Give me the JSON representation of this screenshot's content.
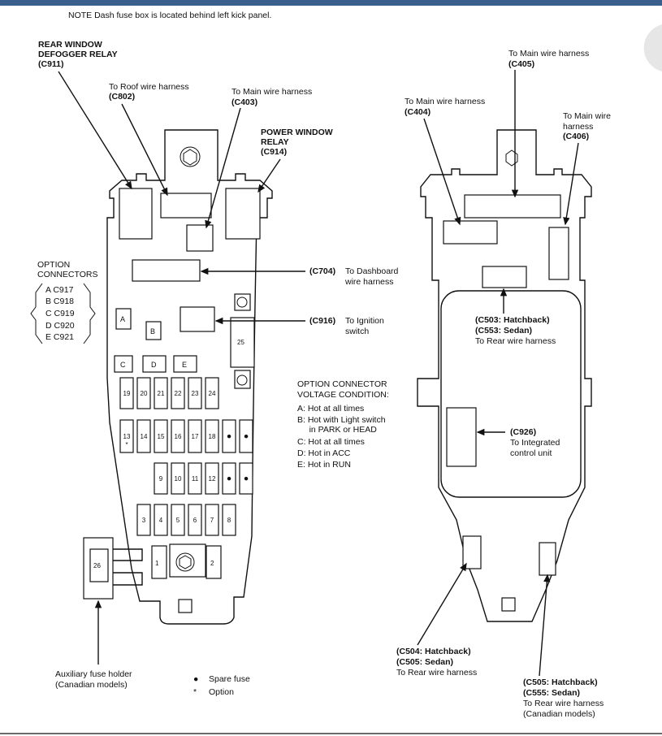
{
  "note": "NOTE  Dash fuse box is located behind left kick panel.",
  "left": {
    "rear_defogger": [
      "REAR WINDOW",
      "DEFOGGER RELAY",
      "(C911)"
    ],
    "roof_harness": [
      "To Roof wire harness",
      "(C802)"
    ],
    "main_harness_c403": [
      "To Main wire harness",
      "(C403)"
    ],
    "power_window": [
      "POWER WINDOW",
      "RELAY",
      "(C914)"
    ],
    "option_connectors_title": [
      "OPTION",
      "CONNECTORS"
    ],
    "option_connectors": [
      "A  C917",
      "B  C918",
      "C  C919",
      "D  C920",
      "E  C921"
    ],
    "c704": [
      "(C704)",
      "To Dashboard",
      "wire harness"
    ],
    "c916": [
      "(C916)",
      "To Ignition",
      "switch"
    ],
    "voltage_title": [
      "OPTION CONNECTOR",
      "VOLTAGE CONDITION:"
    ],
    "voltage_items": [
      "A:  Hot at all times",
      "B:  Hot with Light switch",
      "     in PARK or HEAD",
      "C:  Hot at all times",
      "D:  Hot in ACC",
      "E:  Hot in RUN"
    ],
    "aux_fuse": [
      "Auxiliary fuse holder",
      "(Canadian models)"
    ],
    "legend_spare": "Spare fuse",
    "legend_option": "Option",
    "legend_spare_symbol": "●",
    "legend_option_symbol": "*",
    "connector_letters": [
      "A",
      "B",
      "C",
      "D",
      "E"
    ],
    "fuse_row1": [
      "19",
      "20",
      "21",
      "22",
      "23",
      "24"
    ],
    "fuse_row2": [
      "13",
      "14",
      "15",
      "16",
      "17",
      "18",
      "●",
      "●"
    ],
    "fuse_row2_mark": "*",
    "fuse_row3": [
      "9",
      "10",
      "11",
      "12",
      "●",
      "●"
    ],
    "fuse_row4": [
      "3",
      "4",
      "5",
      "6",
      "7",
      "8"
    ],
    "fuse_1": "1",
    "fuse_2": "2",
    "fuse_25": "25",
    "fuse_26": "26"
  },
  "right": {
    "c405": [
      "To Main wire harness",
      "(C405)"
    ],
    "c404": [
      "To Main wire harness",
      "(C404)"
    ],
    "c406": [
      "To Main wire",
      "harness",
      "(C406)"
    ],
    "c503": [
      "(C503: Hatchback)",
      "(C553: Sedan)",
      "To Rear wire harness"
    ],
    "c926": [
      "(C926)",
      "To Integrated",
      "control unit"
    ],
    "c504": [
      "(C504: Hatchback)",
      "(C505: Sedan)",
      "To Rear wire harness"
    ],
    "c505": [
      "(C505: Hatchback)",
      "(C555: Sedan)",
      "To Rear wire harness",
      "(Canadian models)"
    ]
  }
}
